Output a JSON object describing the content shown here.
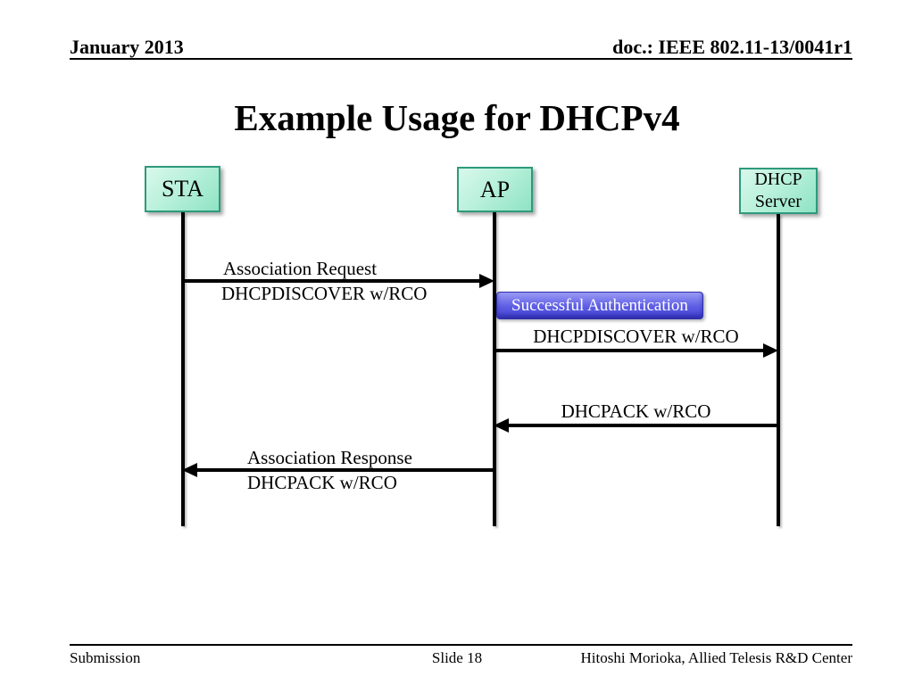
{
  "header": {
    "date": "January 2013",
    "doc_number": "doc.: IEEE 802.11-13/0041r1"
  },
  "title": "Example Usage for DHCPv4",
  "diagram": {
    "actors": [
      {
        "id": "sta",
        "label": "STA"
      },
      {
        "id": "ap",
        "label": "AP"
      },
      {
        "id": "dhcp",
        "label": "DHCP Server"
      }
    ],
    "note": {
      "label": "Successful Authentication"
    },
    "messages": [
      {
        "from": "STA",
        "to": "AP",
        "direction": "right",
        "line1": "Association Request",
        "line2": "DHCPDISCOVER w/RCO"
      },
      {
        "from": "AP",
        "to": "DHCP Server",
        "direction": "right",
        "line1": "DHCPDISCOVER w/RCO"
      },
      {
        "from": "DHCP Server",
        "to": "AP",
        "direction": "left",
        "line1": "DHCPACK w/RCO"
      },
      {
        "from": "AP",
        "to": "STA",
        "direction": "left",
        "line1": "Association Response",
        "line2": "DHCPACK w/RCO"
      }
    ]
  },
  "footer": {
    "left": "Submission",
    "center": "Slide 18",
    "right": "Hitoshi Morioka, Allied Telesis R&D Center"
  },
  "colors": {
    "background": "#ffffff",
    "text": "#000000",
    "actor_fill_top": "#d9f8ec",
    "actor_fill_bottom": "#8fe3c4",
    "actor_border": "#2e9a7c",
    "note_fill_top": "#9a9af5",
    "note_fill_bottom": "#4444d6",
    "note_border": "#2f2fae",
    "note_text": "#ffffff",
    "line": "#000000"
  }
}
